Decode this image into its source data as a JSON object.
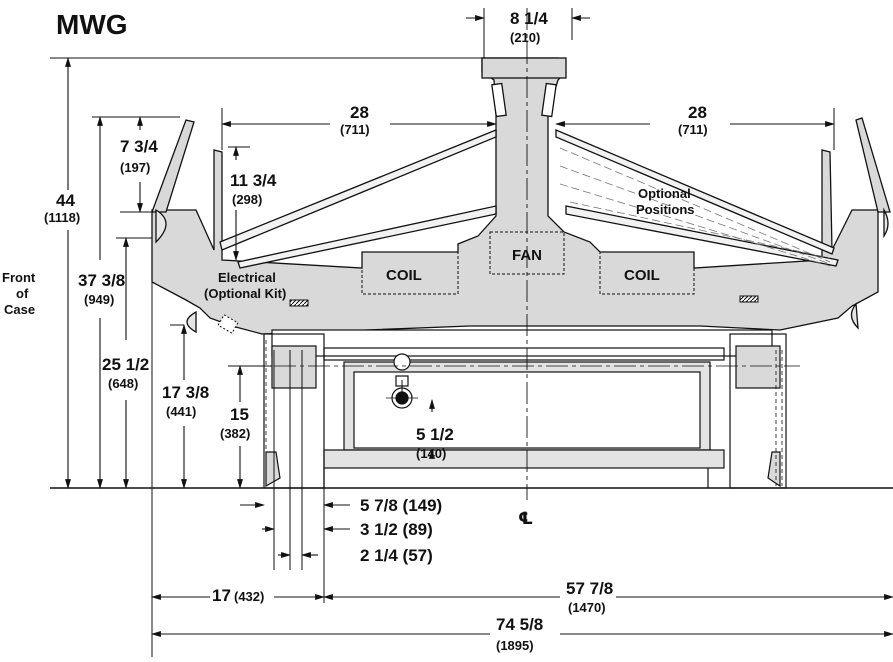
{
  "title": "MWG",
  "labels": {
    "front": [
      "Front",
      "of",
      "Case"
    ],
    "coil_left": "COIL",
    "coil_right": "COIL",
    "fan": "FAN",
    "optional_positions": [
      "Optional",
      "Positions"
    ],
    "electrical": [
      "Electrical",
      "(Optional Kit)"
    ],
    "centerline": "℄"
  },
  "dimensions": {
    "top_width": {
      "in": "8 1/4",
      "mm": "(210)"
    },
    "left_span": {
      "in": "28",
      "mm": "(711)"
    },
    "right_span": {
      "in": "28",
      "mm": "(711)"
    },
    "overall_height": {
      "in": "44",
      "mm": "(1118)"
    },
    "h_37": {
      "in": "37 3/8",
      "mm": "(949)"
    },
    "h_25": {
      "in": "25 1/2",
      "mm": "(648)"
    },
    "h_17": {
      "in": "17 3/8",
      "mm": "(441)"
    },
    "h_15": {
      "in": "15",
      "mm": "(382)"
    },
    "rim_7": {
      "in": "7 3/4",
      "mm": "(197)"
    },
    "deck_11": {
      "in": "11 3/4",
      "mm": "(298)"
    },
    "well_5": {
      "in": "5 1/2",
      "mm": "(140)"
    },
    "off_5": "5 7/8 (149)",
    "off_3": "3 1/2 (89)",
    "off_2": "2 1/4 (57)",
    "w_17": {
      "in": "17",
      "mm": "(432)"
    },
    "w_57": {
      "in": "57 7/8",
      "mm": "(1470)"
    },
    "w_74": {
      "in": "74 5/8",
      "mm": "(1895)"
    }
  }
}
